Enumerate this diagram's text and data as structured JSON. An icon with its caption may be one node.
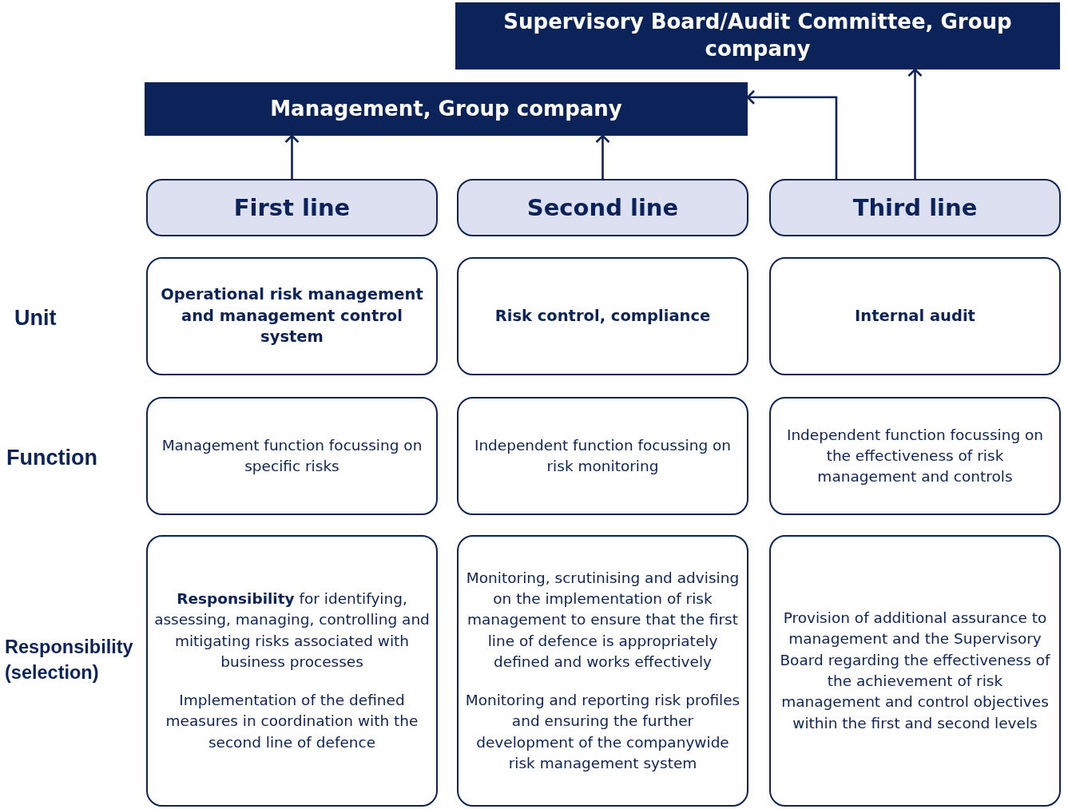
{
  "diagram": {
    "nodes": [
      {
        "text": [
          "Supervisory Board/Audit Committee, Group company"
        ]
      },
      {
        "text": [
          "Management, Group company"
        ]
      },
      {
        "text": [
          "First line"
        ]
      },
      {
        "text": [
          "Second line"
        ]
      },
      {
        "text": [
          "Third line"
        ]
      },
      {
        "text": [
          "Operational risk management and management control system"
        ]
      },
      {
        "text": [
          "Risk control, compliance"
        ]
      },
      {
        "text": [
          "Internal audit"
        ]
      },
      {
        "text": [
          "Management function focussing on specific risks"
        ]
      },
      {
        "text": [
          "Independent function focussing on risk monitoring"
        ]
      },
      {
        "text": [
          "Independent function focussing on the effectiveness of risk management and controls"
        ]
      },
      {
        "text": [
          "**Responsibility** for identifying, assessing, managing, controlling and mitigating risks associated with business processes",
          "Implementation of the defined measures in coordination with the second line of defence"
        ]
      },
      {
        "text": [
          "Monitoring, scrutinising and advising on the implementation of risk management to ensure that the first line of defence is appropriately defined and works effectively",
          "Monitoring and reporting risk profiles and ensuring the further development of the companywide risk management system"
        ]
      },
      {
        "text": [
          "Provision of additional assurance to management and the Supervisory Board regarding the effectiveness of the achievement of risk management and control objectives within the first and second levels"
        ]
      }
    ],
    "edges": [
      {
        "from": 2,
        "to": 1,
        "arrow": "to"
      },
      {
        "from": 3,
        "to": 1,
        "arrow": "to"
      },
      {
        "from": 4,
        "to": 1,
        "arrow": "to"
      },
      {
        "from": 4,
        "to": 0,
        "arrow": "to"
      }
    ],
    "labels": [
      "Unit",
      "Function",
      "Responsibility (selection)"
    ]
  }
}
